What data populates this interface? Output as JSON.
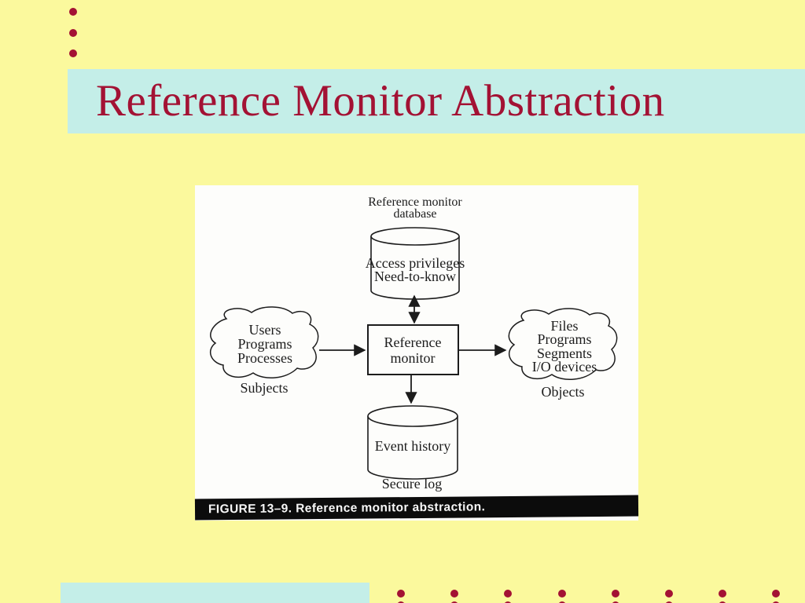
{
  "slide": {
    "title": "Reference Monitor Abstraction",
    "colors": {
      "background": "#FBF99D",
      "accent_red": "#A31234",
      "bar_cyan": "#C4EEE8",
      "figure_bg": "#FDFDFB",
      "caption_bg": "#0C0C0C",
      "ink": "#1C1C1C",
      "caption_text": "#F7F7F7"
    }
  },
  "figure": {
    "database_label": {
      "line1": "Reference monitor",
      "line2": "database"
    },
    "privileges_cylinder": {
      "line1": "Access privileges",
      "line2": "Need-to-know"
    },
    "monitor_box": {
      "line1": "Reference",
      "line2": "monitor"
    },
    "subjects_cloud": {
      "line1": "Users",
      "line2": "Programs",
      "line3": "Processes",
      "label": "Subjects"
    },
    "objects_cloud": {
      "line1": "Files",
      "line2": "Programs",
      "line3": "Segments",
      "line4": "I/O devices",
      "label": "Objects"
    },
    "event_cylinder": {
      "label": "Event history",
      "sublabel": "Secure log"
    },
    "caption": "FIGURE 13–9.  Reference monitor abstraction."
  },
  "decor": {
    "top_dot_count": 3,
    "bottom_dot_count": 8,
    "bottom_edge_dot_count": 8
  }
}
